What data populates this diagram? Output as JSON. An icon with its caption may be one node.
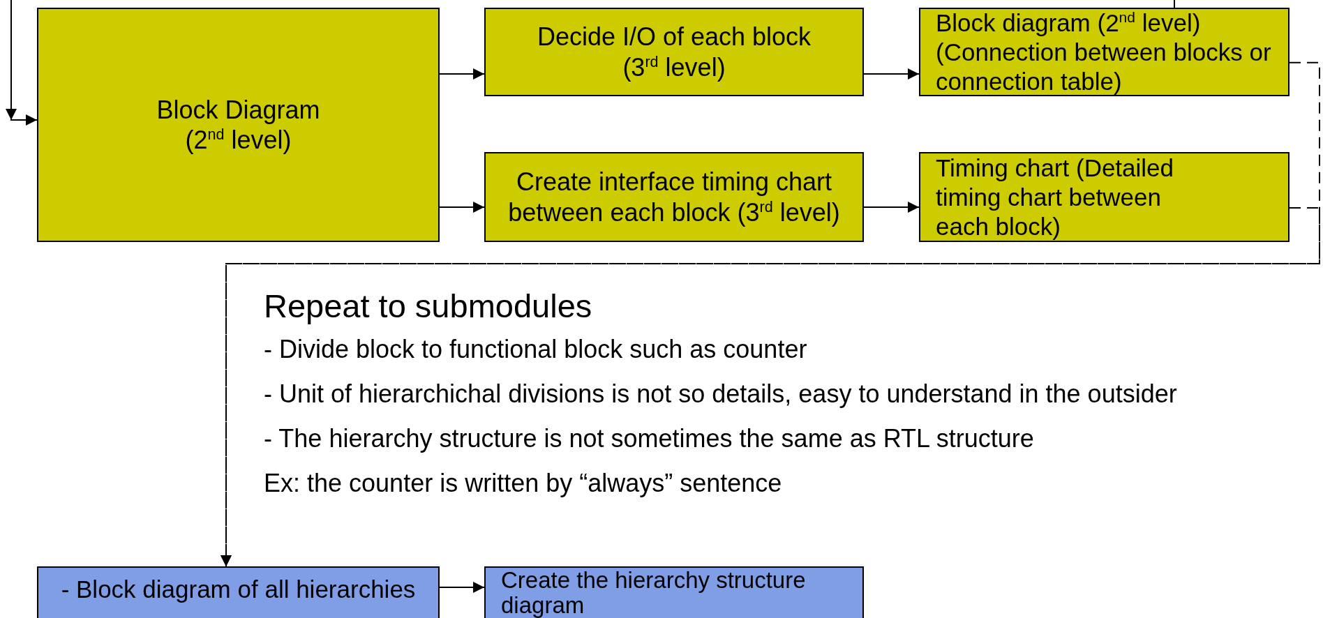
{
  "diagram": {
    "nodes": [
      {
        "text": [
          "Block Diagram (2$^{nd}$ level)"
        ]
      },
      {
        "text": [
          "Decide I/O of each block (3$^{rd}$ level)"
        ]
      },
      {
        "text": [
          "Block diagram (2$^{nd}$ level) (Connection between blocks or connection table)"
        ]
      },
      {
        "text": [
          "Create interface timing chart between each block (3$^{rd}$ level)"
        ]
      },
      {
        "text": [
          "Timing chart (Detailed timing chart between each block)"
        ]
      },
      {
        "text": [
          "- Block diagram of all hierarchies"
        ]
      },
      {
        "text": [
          "Create the hierarchy structure diagram"
        ]
      }
    ],
    "edges": [
      {
        "from": null,
        "to": 0,
        "arrow": "to"
      },
      {
        "from": 0,
        "to": 1,
        "arrow": "to"
      },
      {
        "from": 0,
        "to": 3,
        "arrow": "to"
      },
      {
        "from": 1,
        "to": 2,
        "arrow": "to"
      },
      {
        "from": 3,
        "to": 4,
        "arrow": "to"
      },
      {
        "from": 2,
        "to": 5,
        "arrow": "to",
        "style": "dashed"
      },
      {
        "from": 4,
        "to": 5,
        "arrow": "to",
        "style": "dashed"
      },
      {
        "from": 5,
        "to": 6,
        "arrow": "to"
      },
      {
        "from": null,
        "to": 2,
        "arrow": "none"
      }
    ],
    "labels": [
      "Repeat to submodules",
      "- Divide block to functional block such as counter",
      "- Unit of hierarchichal divisions is not so details, easy to understand in the outsider",
      "- The hierarchy structure is not sometimes the same as RTL structure",
      "Ex: the counter is written by “always” sentence"
    ]
  }
}
